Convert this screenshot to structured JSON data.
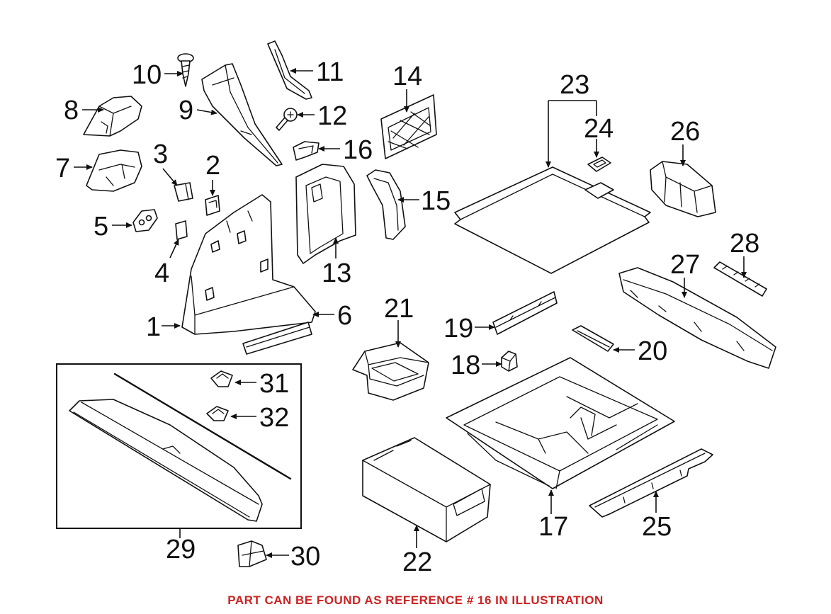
{
  "footer": {
    "note": "PART CAN BE FOUND AS REFERENCE # 16 IN ILLUSTRATION",
    "note_color": "#cc2222"
  },
  "callouts": {
    "c1": "1",
    "c2": "2",
    "c3": "3",
    "c4": "4",
    "c5": "5",
    "c6": "6",
    "c7": "7",
    "c8": "8",
    "c9": "9",
    "c10": "10",
    "c11": "11",
    "c12": "12",
    "c13": "13",
    "c14": "14",
    "c15": "15",
    "c16": "16",
    "c17": "17",
    "c18": "18",
    "c19": "19",
    "c20": "20",
    "c21": "21",
    "c22": "22",
    "c23": "23",
    "c24": "24",
    "c25": "25",
    "c26": "26",
    "c27": "27",
    "c28": "28",
    "c29": "29",
    "c30": "30",
    "c31": "31",
    "c32": "32"
  },
  "highlight_reference": "16"
}
